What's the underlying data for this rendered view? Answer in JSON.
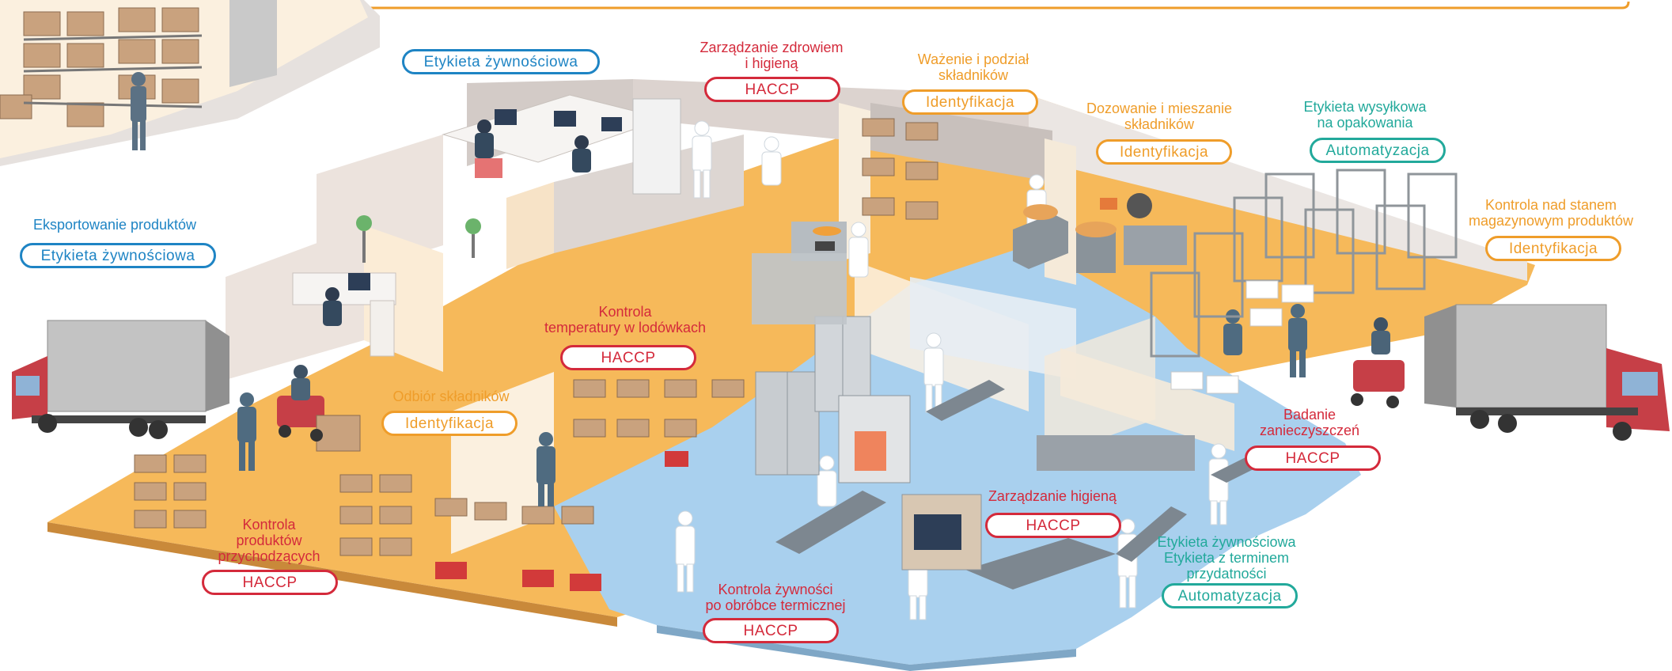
{
  "colors": {
    "haccp": "#d42a3b",
    "identification": "#ef9d2a",
    "automation": "#22a99b",
    "food_label": "#1e84c4",
    "floor_warehouse": "#f6b95a",
    "floor_clean_zone": "#a9d0ee",
    "wall": "#dcd3cf"
  },
  "labels": {
    "food_label_top": {
      "tag": "Etykieta żywnościowa"
    },
    "export": {
      "caption": [
        "Eksportowanie produktów"
      ],
      "tag": "Etykieta żywnościowa"
    },
    "health_hygiene": {
      "caption": [
        "Zarządzanie zdrowiem",
        "i higieną"
      ],
      "tag": "HACCP"
    },
    "weighing": {
      "caption": [
        "Ważenie i podział",
        "składników"
      ],
      "tag": "Identyfikacja"
    },
    "dosing": {
      "caption": [
        "Dozowanie i mieszanie",
        "składników"
      ],
      "tag": "Identyfikacja"
    },
    "shipping_label": {
      "caption": [
        "Etykieta wysyłkowa",
        "na opakowania"
      ],
      "tag": "Automatyzacja"
    },
    "inventory": {
      "caption": [
        "Kontrola nad stanem",
        "magazynowym produktów"
      ],
      "tag": "Identyfikacja"
    },
    "fridge_temp": {
      "caption": [
        "Kontrola",
        "temperatury w lodówkach"
      ],
      "tag": "HACCP"
    },
    "receiving": {
      "caption": [
        "Odbiór składników"
      ],
      "tag": "Identyfikacja"
    },
    "incoming": {
      "caption": [
        "Kontrola",
        "produktów",
        "przychodzących"
      ],
      "tag": "HACCP"
    },
    "contamination": {
      "caption": [
        "Badanie",
        "zanieczyszczeń"
      ],
      "tag": "HACCP"
    },
    "hygiene_mgmt": {
      "caption": [
        "Zarządzanie higieną"
      ],
      "tag": "HACCP"
    },
    "food_label_expiry": {
      "caption": [
        "Etykieta żywnościowa",
        "Etykieta z terminem",
        "przydatności"
      ],
      "tag": "Automatyzacja"
    },
    "post_heat": {
      "caption": [
        "Kontrola żywności",
        "po obróbce termicznej"
      ],
      "tag": "HACCP"
    }
  }
}
